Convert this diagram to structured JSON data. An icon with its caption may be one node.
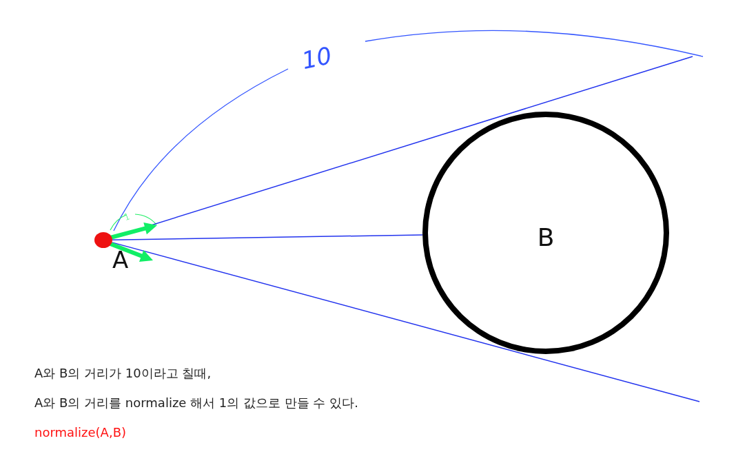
{
  "diagram": {
    "nodes": [
      {
        "text": [
          "A"
        ]
      },
      {
        "text": [
          "B"
        ]
      }
    ],
    "edges": [
      {
        "from": 0,
        "to": 1,
        "arrow": "none"
      },
      {
        "from": 0,
        "to": null,
        "arrow": "none"
      },
      {
        "from": 0,
        "to": null,
        "arrow": "none"
      }
    ],
    "labels": [
      "10",
      "1",
      "A와 B의 거리가 10이라고 칠때,",
      "A와 B의 거리를 normalize 해서 1의 값으로 만들 수 있다.",
      "normalize(A,B)"
    ]
  }
}
